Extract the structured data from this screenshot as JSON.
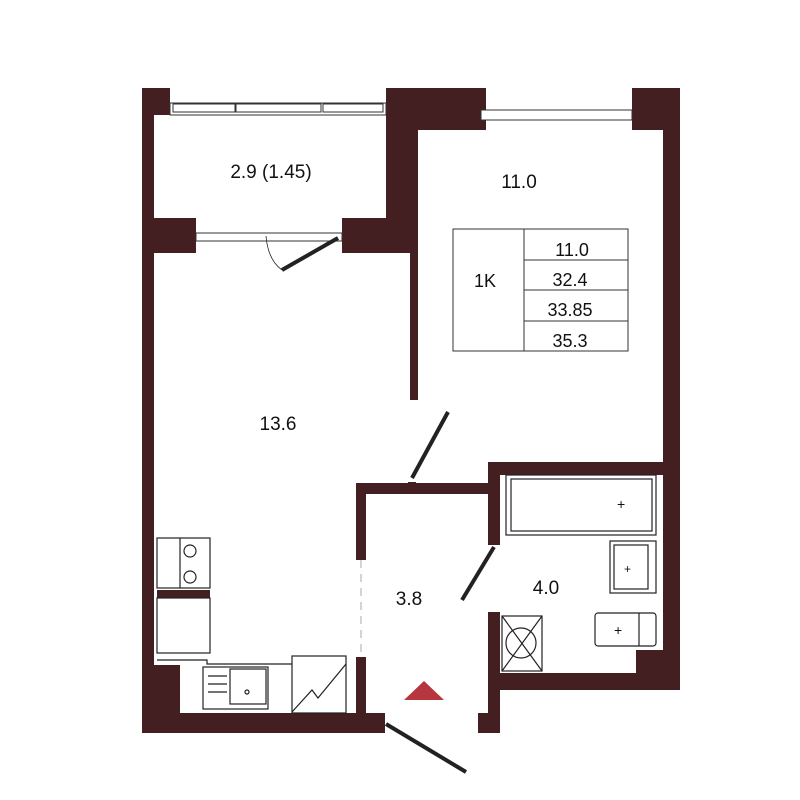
{
  "rooms": {
    "balcony": {
      "area": "2.9 (1.45)"
    },
    "bedroom": {
      "area": "11.0"
    },
    "living_kitchen": {
      "area": "13.6"
    },
    "hall": {
      "area": "3.8"
    },
    "bathroom": {
      "area": "4.0"
    }
  },
  "summary_table": {
    "type": "1K",
    "rows": [
      "11.0",
      "32.4",
      "33.85",
      "35.3"
    ]
  },
  "colors": {
    "wall": "#431f22",
    "entrance_marker": "#b5363f"
  }
}
